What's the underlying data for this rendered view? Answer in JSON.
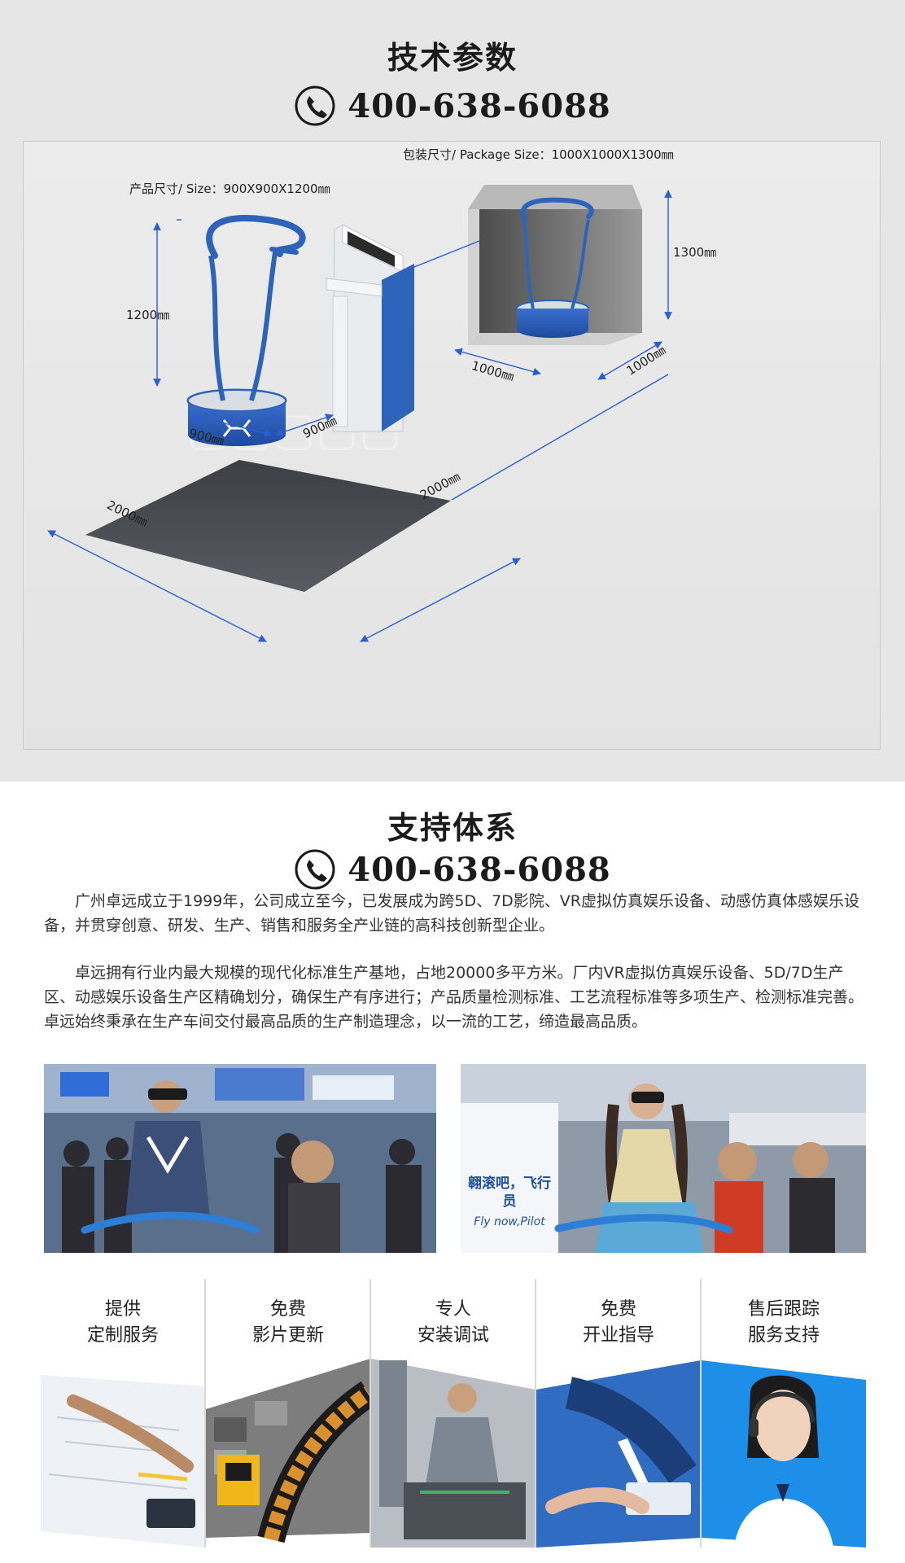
{
  "spec": {
    "title": "技术参数",
    "phone": "400-638-6088",
    "product_size_label": "产品尺寸/ Size：900X900X1200㎜",
    "package_size_label": "包装尺寸/ Package Size：1000X1000X1300㎜",
    "dims": {
      "height_1200": "1200㎜",
      "height_1300": "1300㎜",
      "base_900_left": "900㎜",
      "base_900_right": "900㎜",
      "floor_2000_left": "2000㎜",
      "floor_2000_right": "2000㎜",
      "box_1000_left": "1000㎜",
      "box_1000_right": "1000㎜"
    }
  },
  "support": {
    "title": "支持体系",
    "phone": "400-638-6088",
    "paragraph1": "广州卓远成立于1999年，公司成立至今，已发展成为跨5D、7D影院、VR虚拟仿真娱乐设备、动感仿真体感娱乐设备，并贯穿创意、研发、生产、销售和服务全产业链的高科技创新型企业。",
    "paragraph2": "卓远拥有行业内最大规模的现代化标准生产基地，占地20000多平方米。厂内VR虚拟仿真娱乐设备、5D/7D生产区、动感娱乐设备生产区精确划分，确保生产有序进行；产品质量检测标准、工艺流程标准等多项生产、检测标准完善。卓远始终秉承在生产车间交付最高品质的生产制造理念，以一流的工艺，缔造最高品质。",
    "photo2_sign": "翱滚吧，飞行员",
    "photo2_sign_en": "Fly now,Pilot"
  },
  "services": [
    {
      "line1": "提供",
      "line2": "定制服务"
    },
    {
      "line1": "免费",
      "line2": "影片更新"
    },
    {
      "line1": "专人",
      "line2": "安装调试"
    },
    {
      "line1": "免费",
      "line2": "开业指导"
    },
    {
      "line1": "售后跟踪",
      "line2": "服务支持"
    }
  ],
  "colors": {
    "accent_blue": "#2d63b8",
    "dim_blue": "#2b5fd0",
    "title_dark": "#1b1b1b"
  }
}
